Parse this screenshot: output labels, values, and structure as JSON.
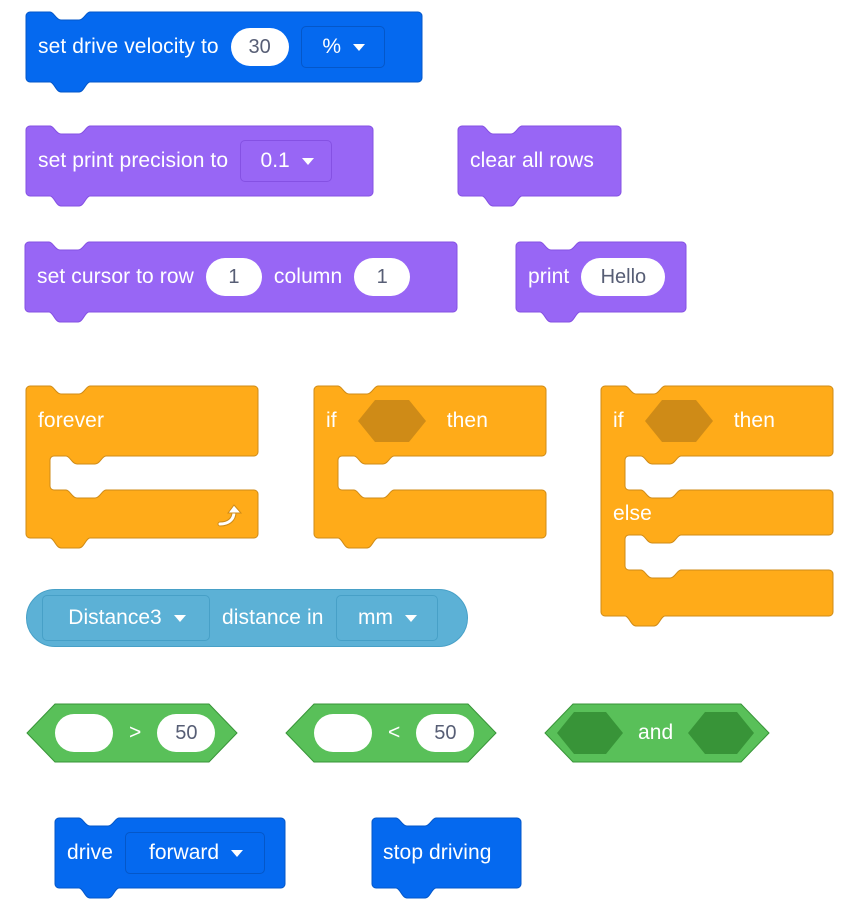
{
  "colors": {
    "motion_blue": "#0569ef",
    "motion_blue_dark": "#0457c9",
    "looks_purple": "#9866f5",
    "looks_purple_dark": "#8551e3",
    "control_orange": "#ffab19",
    "control_orange_dark": "#cf8b17",
    "sensing_blue": "#5cb1d6",
    "sensing_blue_dark": "#47a0c7",
    "operator_green": "#59c059",
    "operator_green_dark": "#389438",
    "text_white": "#ffffff",
    "field_text": "#575e75"
  },
  "blocks": {
    "set_drive_velocity": {
      "label": "set drive velocity to",
      "value": "30",
      "unit": "%",
      "caret_icon": "caret-down-icon"
    },
    "set_print_precision": {
      "label": "set print precision to",
      "value": "0.1",
      "caret_icon": "caret-down-icon"
    },
    "clear_all_rows": {
      "label": "clear all rows"
    },
    "set_cursor": {
      "label": "set cursor to row",
      "row": "1",
      "column_label": "column",
      "column": "1"
    },
    "print": {
      "label": "print",
      "value": "Hello"
    },
    "forever": {
      "label": "forever",
      "loop_icon": "loop-arrow-icon"
    },
    "if_then": {
      "if_label": "if",
      "then_label": "then"
    },
    "if_then_else": {
      "if_label": "if",
      "then_label": "then",
      "else_label": "else"
    },
    "distance": {
      "sensor": "Distance3",
      "label": "distance in",
      "unit": "mm",
      "caret_icon": "caret-down-icon"
    },
    "greater_than": {
      "operator": ">",
      "value": "50"
    },
    "less_than": {
      "operator": "<",
      "value": "50"
    },
    "and": {
      "label": "and"
    },
    "drive": {
      "label": "drive",
      "direction": "forward",
      "caret_icon": "caret-down-icon"
    },
    "stop_driving": {
      "label": "stop driving"
    }
  }
}
